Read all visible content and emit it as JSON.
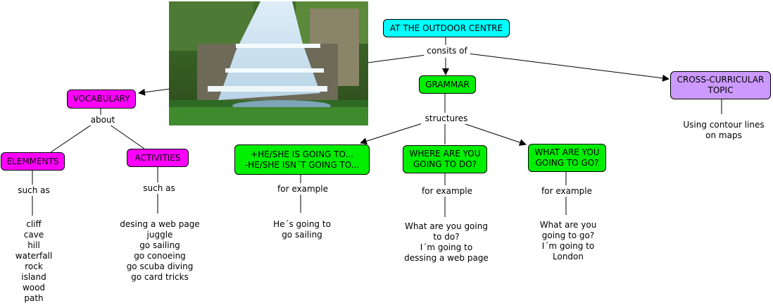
{
  "nodes": {
    "root": "AT THE OUTDOOR CENTRE",
    "vocabulary": "VOCABULARY",
    "grammar": "GRAMMAR",
    "cross": "CROSS-CURRICULAR\nTOPIC",
    "elements": "ELEMMENTS",
    "activities": "ACTIVITIES",
    "going_to": "+HE/SHE IS GOING TO...\n-HE/SHE ISN´T GOING TO...",
    "where": "WHERE ARE YOU\nGOING TO DO?",
    "what": "WHAT ARE YOU\nGOING TO GO?"
  },
  "links": {
    "consits_of": "consits of",
    "about": "about",
    "structures": "structures",
    "such_as_1": "such as",
    "such_as_2": "such as",
    "for_example_1": "for example",
    "for_example_2": "for example",
    "for_example_3": "for example"
  },
  "texts": {
    "elements_list": "cliff\ncave\nhill\nwaterfall\nrock\nisland\nwood\npath",
    "activities_list": "desing a web page\njuggle\ngo sailing\ngo conoeing\ngo scuba diving\ngo card tricks",
    "going_example": "He´s going to\ngo sailing",
    "where_example": "What are you going\nto do?\nI´m going to\ndessing a web page",
    "what_example": "What are you\ngoing to go?\nI´m going to\nLondon",
    "cross_example": "Using contour lines\non maps"
  },
  "colors": {
    "magenta": "#ff00ff",
    "green": "#00ee00",
    "cyan": "#00ffff",
    "purple": "#cc99ff"
  },
  "image": {
    "icon": "waterfall-photo"
  }
}
